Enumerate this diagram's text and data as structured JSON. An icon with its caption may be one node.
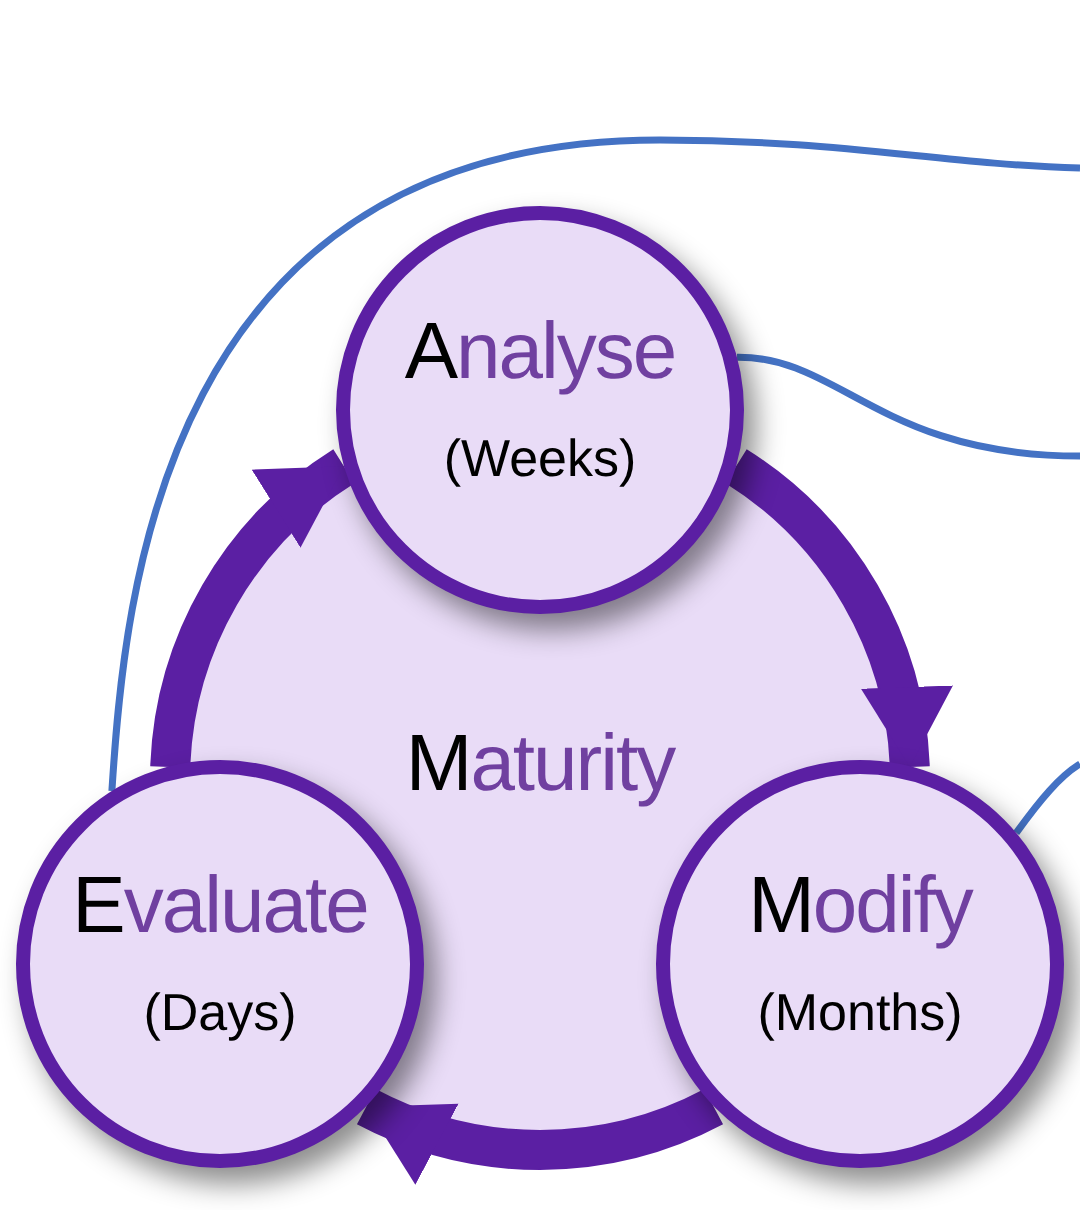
{
  "diagram": {
    "nodes": [
      {
        "text": [
          "Analyse",
          "(Weeks)"
        ]
      },
      {
        "text": [
          "Evaluate",
          "(Days)"
        ]
      },
      {
        "text": [
          "Modify",
          "(Months)"
        ]
      }
    ],
    "edges": [
      {
        "from": 0,
        "to": 2,
        "arrow": "to",
        "style": "thick"
      },
      {
        "from": 2,
        "to": 1,
        "arrow": "to",
        "style": "thick"
      },
      {
        "from": 1,
        "to": 0,
        "arrow": "to",
        "style": "thick"
      },
      {
        "from": 1,
        "to": null,
        "arrow": "none",
        "color": "#4472c4"
      },
      {
        "from": 0,
        "to": null,
        "arrow": "none",
        "color": "#4472c4"
      },
      {
        "from": 2,
        "to": null,
        "arrow": "none",
        "color": "#4472c4"
      }
    ],
    "labels": [
      "Maturity"
    ]
  }
}
